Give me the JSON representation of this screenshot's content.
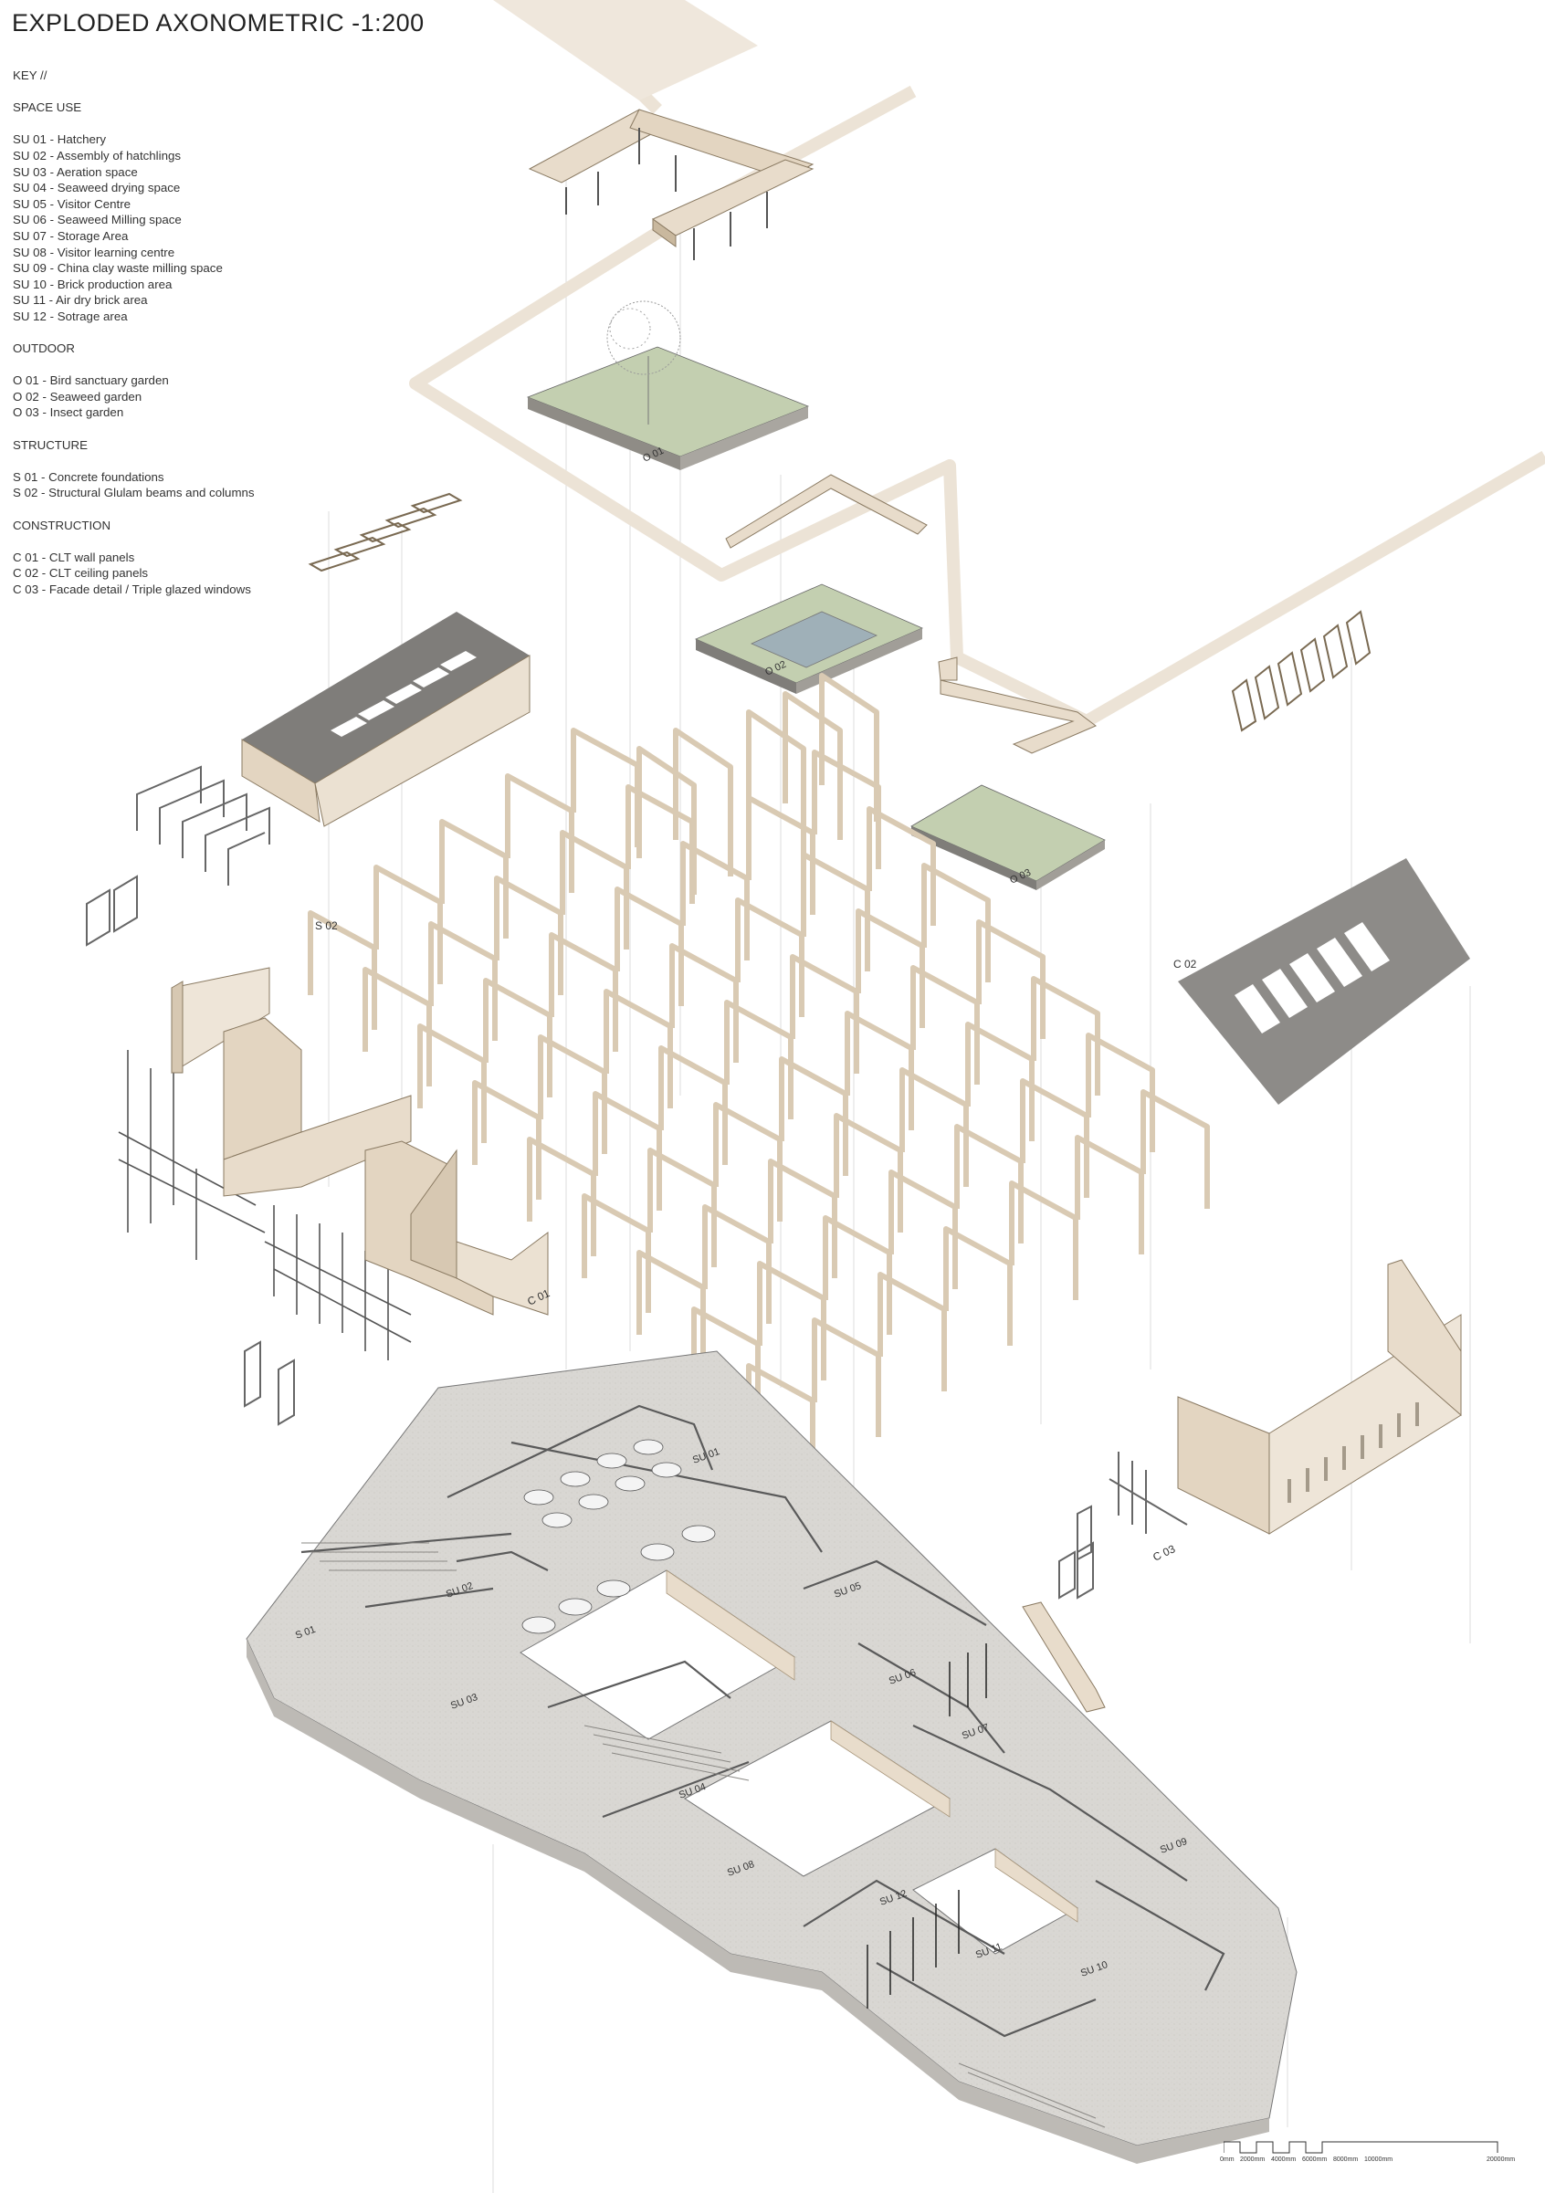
{
  "title": "EXPLODED AXONOMETRIC -1:200",
  "key": {
    "heading": "KEY //",
    "groups": [
      {
        "name": "SPACE USE",
        "items": [
          "SU 01 - Hatchery",
          "SU 02 - Assembly of hatchlings",
          "SU 03 - Aeration space",
          "SU 04 - Seaweed drying space",
          "SU 05 - Visitor Centre",
          "SU 06 - Seaweed Milling space",
          "SU 07 - Storage Area",
          "SU 08 - Visitor learning centre",
          "SU 09 - China clay waste milling space",
          "SU 10 - Brick production area",
          "SU 11 - Air dry brick area",
          "SU 12 - Sotrage area"
        ]
      },
      {
        "name": "OUTDOOR",
        "items": [
          "O 01 - Bird sanctuary garden",
          "O 02 - Seaweed garden",
          "O 03 - Insect garden"
        ]
      },
      {
        "name": "STRUCTURE",
        "items": [
          "S 01 - Concrete foundations",
          "S 02 - Structural Glulam beams and columns"
        ]
      },
      {
        "name": "CONSTRUCTION",
        "items": [
          "C 01 - CLT wall panels",
          "C 02 - CLT ceiling panels",
          "C 03 - Facade detail / Triple glazed windows"
        ]
      }
    ]
  },
  "labels": {
    "s02": "S 02",
    "c01": "C 01",
    "c02": "C 02",
    "c03": "C 03",
    "s01": "S 01",
    "o01": "O 01",
    "o02": "O 02",
    "o03": "O 03",
    "su01": "SU 01",
    "su02": "SU 02",
    "su03": "SU 03",
    "su04": "SU 04",
    "su05": "SU 05",
    "su06": "SU 06",
    "su07": "SU 07",
    "su08": "SU 08",
    "su09": "SU 09",
    "su10": "SU 10",
    "su11": "SU 11",
    "su12": "SU 12"
  },
  "scale_bar": {
    "ticks": [
      "0mm",
      "2000mm",
      "4000mm",
      "6000mm",
      "8000mm",
      "10000mm",
      "20000mm"
    ]
  },
  "colors": {
    "timber": "#e8dccb",
    "timber_edge": "#b9a78c",
    "garden": "#c3cfb0",
    "pool": "#9fb0b8",
    "concrete": "#d6d4d0",
    "concrete_dark": "#bdbab5",
    "panel_dark": "#8d8b88",
    "line": "#555555"
  }
}
